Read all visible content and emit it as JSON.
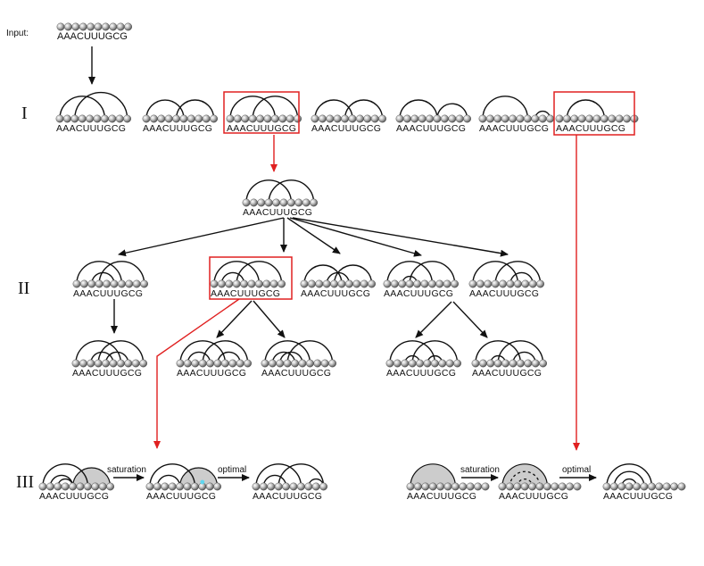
{
  "input_label": "Input:",
  "sequence": "AAACUUUGCG",
  "levels": {
    "I": "I",
    "II": "II",
    "III": "III"
  },
  "step_labels": {
    "saturation": "saturation",
    "optimal": "optimal"
  },
  "colors": {
    "highlight": "#e02020",
    "arrow": "#111111",
    "arc": "#111111",
    "shade": "#cccccc",
    "bead": "#9a9a9a"
  }
}
